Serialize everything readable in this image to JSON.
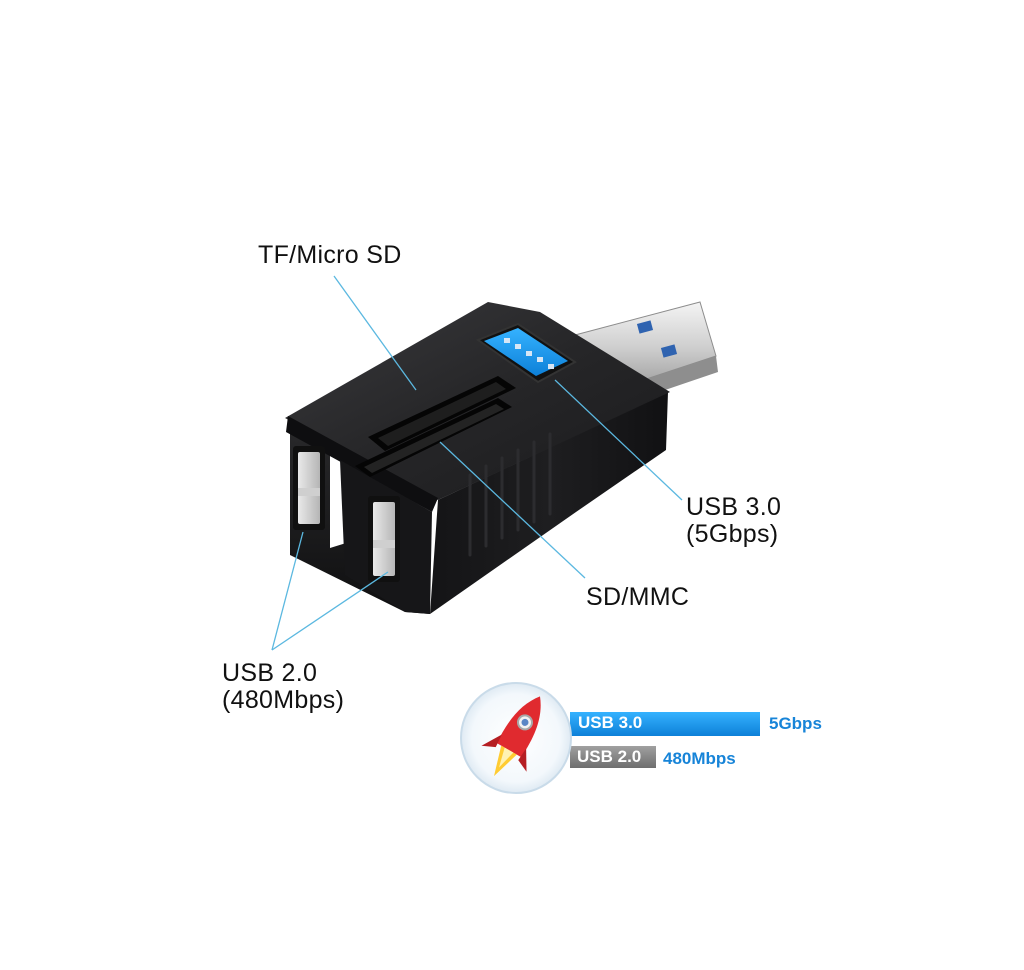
{
  "labels": {
    "tf_micro_sd": "TF/Micro SD",
    "usb3_line1": "USB 3.0",
    "usb3_line2": "(5Gbps)",
    "sd_mmc": "SD/MMC",
    "usb2_line1": "USB 2.0",
    "usb2_line2": "(480Mbps)"
  },
  "speed_badge": {
    "usb3_label": "USB 3.0",
    "usb3_speed": "5Gbps",
    "usb2_label": "USB 2.0",
    "usb2_speed": "480Mbps"
  },
  "icons": [
    "rocket-icon"
  ],
  "colors": {
    "body": "#1c1c1e",
    "callout_line": "#5bb8e0",
    "usb3_blue": "#2a7fd4",
    "usb3_bar": "#1b97ea",
    "usb2_bar": "#8a8a8a",
    "speed_text": "#1784d8",
    "rocket_red": "#d8232a"
  }
}
